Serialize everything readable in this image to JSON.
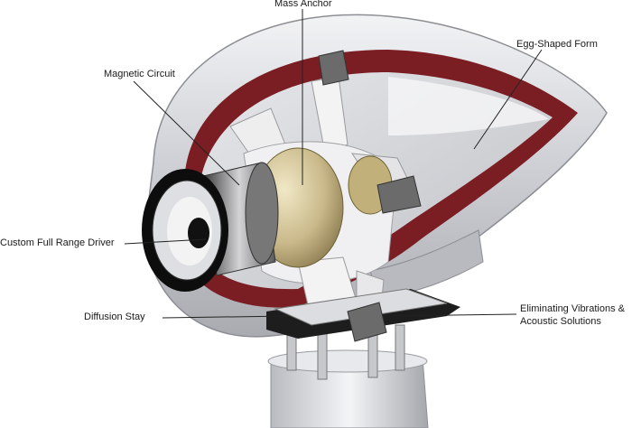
{
  "labels": {
    "mass_anchor": "Mass Anchor",
    "egg_shaped_form": "Egg-Shaped Form",
    "magnetic_circuit": "Magnetic Circuit",
    "custom_full_range_driver": "Custom Full Range Driver",
    "diffusion_stay": "Diffusion Stay",
    "eliminating_vibrations_line1": "Eliminating Vibrations &",
    "eliminating_vibrations_line2": "Acoustic Solutions"
  },
  "colors": {
    "shell_silver": "#d9dade",
    "shell_interior": "#7a1e24",
    "mass_anchor_gold": "#c9b98a",
    "driver_black": "#111111",
    "frame_white": "#eeeeef",
    "damper_gray": "#6b6b6b",
    "leader_line": "#222222"
  }
}
